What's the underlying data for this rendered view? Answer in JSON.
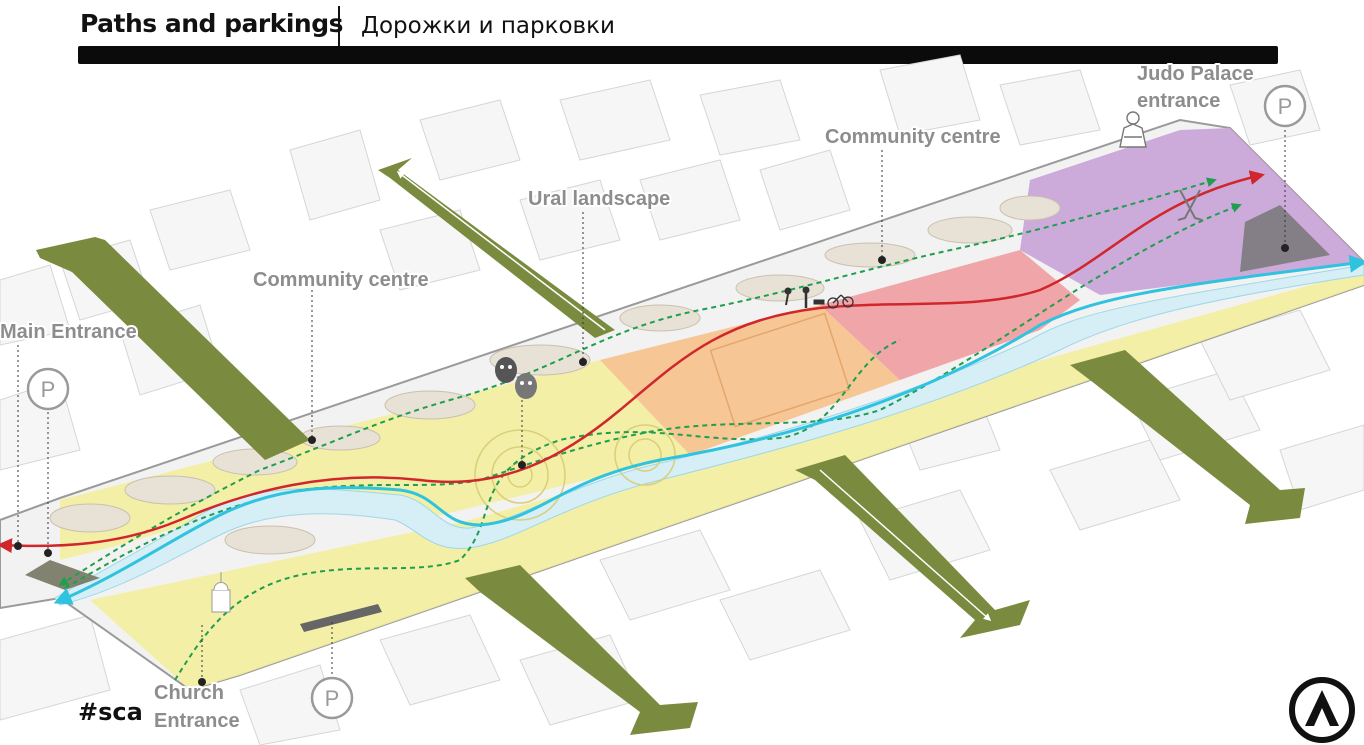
{
  "header": {
    "title_en": "Paths and parkings",
    "title_ru": "Дорожки и парковки"
  },
  "labels": {
    "judo_palace": [
      "Judo Palace",
      "entrance"
    ],
    "community_centre_right": "Community centre",
    "ural_landscape": "Ural landscape",
    "community_centre_left": "Community centre",
    "main_entrance": "Main Entrance",
    "church_entrance": [
      "Church",
      "Entrance"
    ]
  },
  "parking": {
    "symbol": "P"
  },
  "footer": {
    "hashtag": "#sca"
  },
  "colors": {
    "road_arrow": "#7a8b3f",
    "red_path": "#d0262c",
    "blue_path": "#2fc3e0",
    "green_dashed_path": "#1f9e4e",
    "zone_yellow": "#f4ee9e",
    "zone_orange": "#f6c48f",
    "zone_pink": "#efa0a4",
    "zone_purple": "#c9a6d8",
    "parking_gray": "#777777",
    "water": "#d6eef6"
  },
  "icons": [
    "judoka-icon",
    "hockey-sticks-icon",
    "theatre-masks-icon",
    "pedestrian-dog-cyclist-icon",
    "church-icon",
    "parking-sign-icon",
    "logo-mark-icon"
  ]
}
